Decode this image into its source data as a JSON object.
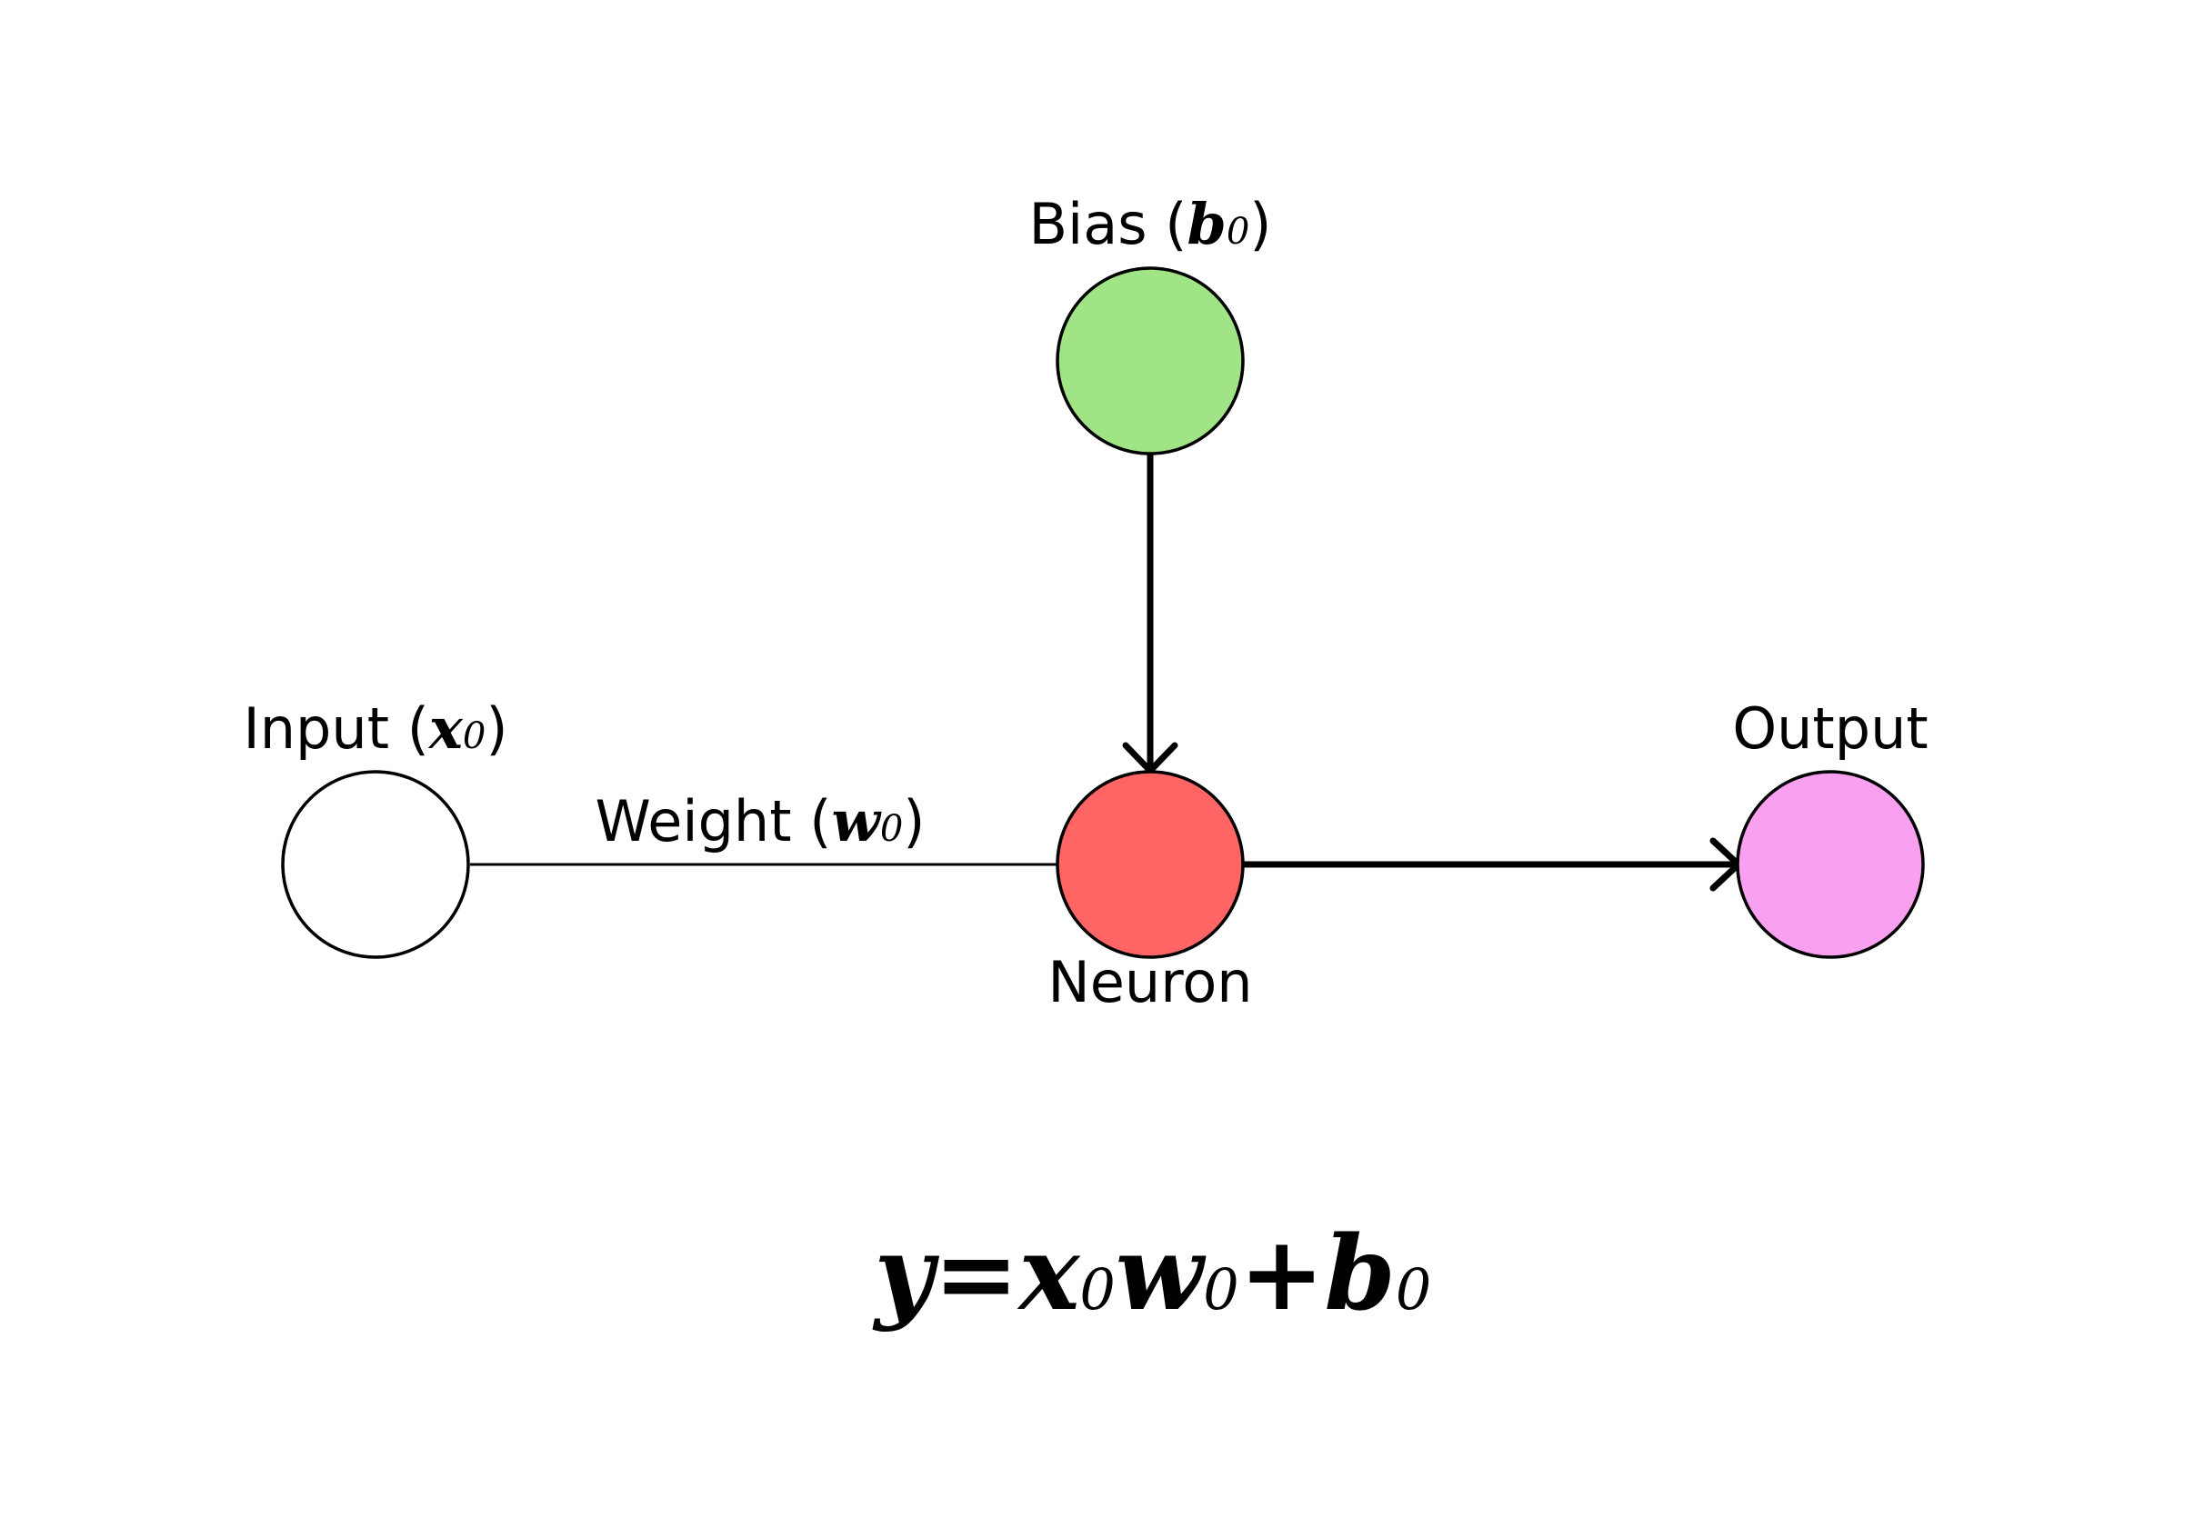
{
  "nodes": {
    "input": {
      "label": "Input (",
      "var": "x",
      "sub": "0",
      "close": ")",
      "fill": "#ffffff"
    },
    "bias": {
      "label": "Bias (",
      "var": "b",
      "sub": "0",
      "close": ")",
      "fill": "#a0e486"
    },
    "neuron": {
      "label": "Neuron",
      "fill": "#ff6565"
    },
    "output": {
      "label": "Output",
      "fill": "#f9a1f0"
    }
  },
  "edges": {
    "weight": {
      "label": "Weight (",
      "var": "w",
      "sub": "0",
      "close": ")"
    }
  },
  "equation": {
    "y": "y",
    "eq": "=",
    "x": "x",
    "x_sub": "0",
    "w": "w",
    "w_sub": "0",
    "plus": "+",
    "b": "b",
    "b_sub": "0"
  },
  "colors": {
    "stroke": "#000000",
    "background": "#ffffff"
  }
}
